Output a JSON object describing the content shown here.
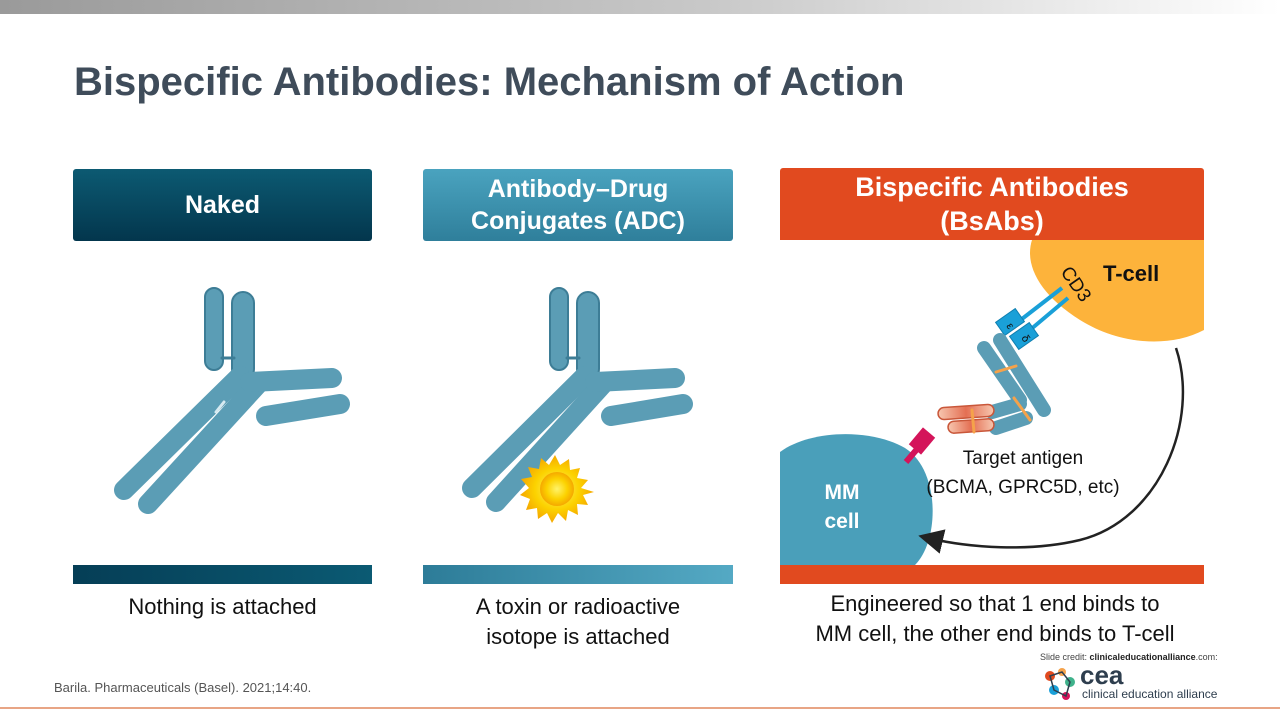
{
  "slide": {
    "title": "Bispecific Antibodies: Mechanism of Action",
    "reference": "Barila. Pharmaceuticals (Basel). 2021;14:40."
  },
  "columns": [
    {
      "header_lines": [
        "Naked"
      ],
      "caption_lines": [
        "Nothing is attached"
      ],
      "color": "#03364d"
    },
    {
      "header_lines": [
        "Antibody–Drug",
        "Conjugates (ADC)"
      ],
      "caption_lines": [
        "A toxin or radioactive",
        "isotope is attached"
      ],
      "color": "#3b8fab"
    },
    {
      "header_lines": [
        "Bispecific Antibodies",
        "(BsAbs)"
      ],
      "caption_lines": [
        "Engineered so that 1 end binds to",
        "MM cell, the other end binds to T-cell"
      ],
      "color": "#e14a1f"
    }
  ],
  "diagram": {
    "tcell_label": "T-cell",
    "cd3_label": "CD3",
    "cd3_subunits": [
      "ε",
      "δ"
    ],
    "mm_cell_label_lines": [
      "MM",
      "cell"
    ],
    "target_antigen_lines": [
      "Target antigen",
      "(BCMA, GPRC5D, etc)"
    ],
    "colors": {
      "tcell": "#fdb33b",
      "mm_cell": "#4a9fba",
      "antigen": "#d4145a",
      "antibody": "#5b9db5"
    }
  },
  "branding": {
    "credit_prefix": "Slide credit:",
    "credit_site": "clinicaleducationalliance",
    "credit_suffix": ".com:",
    "logo_word": "cea",
    "logo_sub": "clinical education alliance"
  }
}
